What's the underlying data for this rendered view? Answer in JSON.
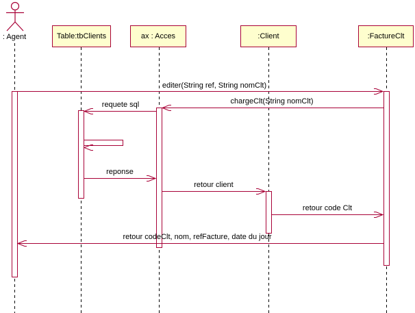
{
  "diagram": {
    "type": "uml-sequence",
    "colors": {
      "accent_line": "#A80036",
      "participant_fill": "#FEFECE",
      "participant_border": "#A80036",
      "lifeline": "#000000",
      "text": "#000000",
      "background": "#FFFFFF"
    },
    "actor": {
      "label": ": Agent"
    },
    "participants": [
      {
        "label": "Table:tbClients"
      },
      {
        "label": "ax : Acces"
      },
      {
        "label": ":Client"
      },
      {
        "label": ":FactureClt"
      }
    ],
    "messages": [
      {
        "label": "editer(String ref, String nomClt)",
        "from": ": Agent",
        "to": ":FactureClt",
        "direction": "right"
      },
      {
        "label": "chargeClt(String nomClt)",
        "from": ":FactureClt",
        "to": "ax : Acces",
        "direction": "left"
      },
      {
        "label": "requete sql",
        "from": "ax : Acces",
        "to": "Table:tbClients",
        "direction": "left"
      },
      {
        "label": "",
        "from": "Table:tbClients",
        "to": "Table:tbClients",
        "direction": "self"
      },
      {
        "label": "reponse",
        "from": "Table:tbClients",
        "to": "ax : Acces",
        "direction": "right"
      },
      {
        "label": "retour client",
        "from": "ax : Acces",
        "to": ":Client",
        "direction": "right"
      },
      {
        "label": "retour code Clt",
        "from": ":Client",
        "to": ":FactureClt",
        "direction": "right"
      },
      {
        "label": "retour codeClt, nom, refFacture, date du jour",
        "from": ":FactureClt",
        "to": ": Agent",
        "direction": "left"
      }
    ]
  }
}
